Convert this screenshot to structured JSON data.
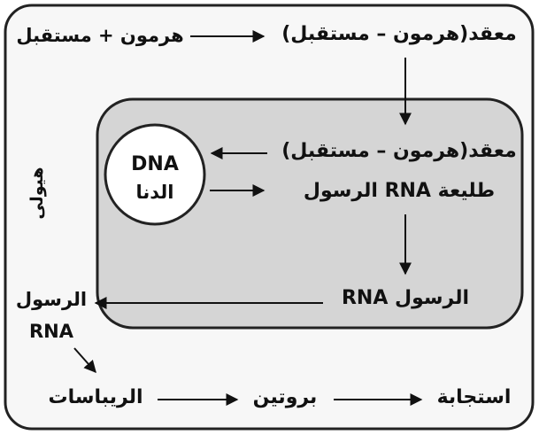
{
  "diagram": {
    "labels": {
      "hormone_plus_receptor": "هرمون + مستقبل",
      "complex_outer": "معقد(هرمون – مستقبل)",
      "complex_inner": "معقد(هرمون – مستقبل)",
      "nucleus_dna_en": "DNA",
      "nucleus_dna_ar": "الدنا",
      "pre_mrna": "طليعة RNA الرسول",
      "mrna_inner": "RNA الرسول",
      "mrna_outer_line1": "الرسول",
      "mrna_outer_line2": "RNA",
      "cytoplasm": "هيولى",
      "ribosomes": "الريباسات",
      "protein": "بروتين",
      "response": "استجابة"
    }
  }
}
